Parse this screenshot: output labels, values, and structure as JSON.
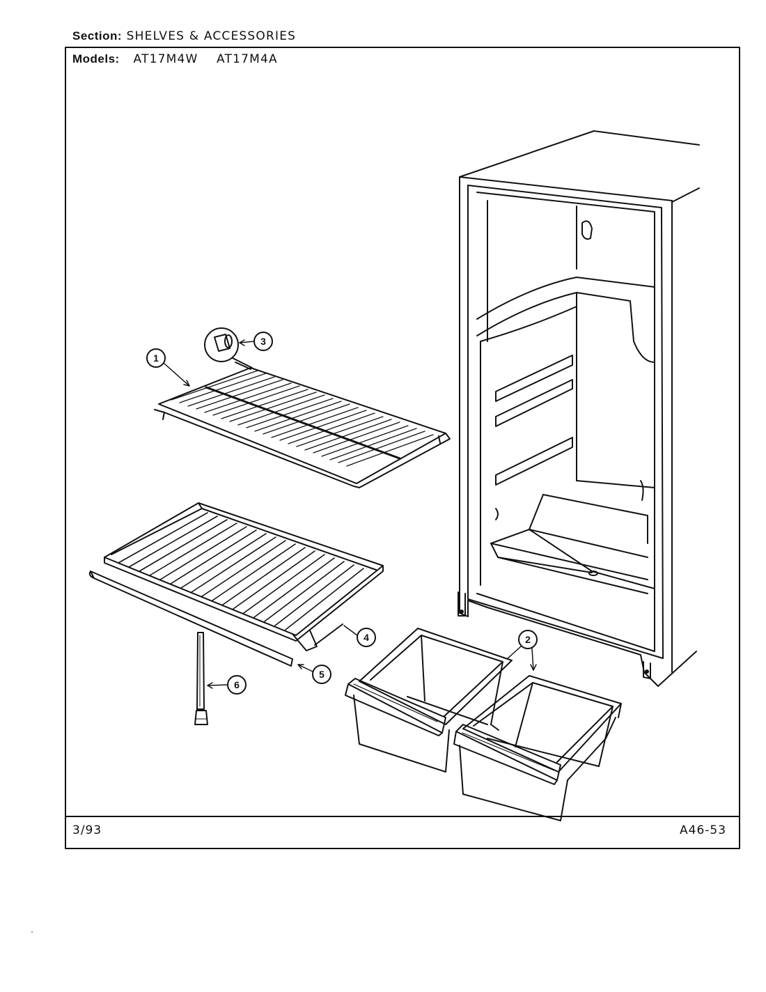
{
  "header": {
    "section_label": "Section:",
    "section_value": "SHELVES & ACCESSORIES",
    "models_label": "Models:",
    "model_1": "AT17M4W",
    "model_2": "AT17M4A"
  },
  "callouts": [
    "1",
    "2",
    "3",
    "4",
    "5",
    "6"
  ],
  "footer": {
    "date": "3/93",
    "code": "A46-53"
  }
}
